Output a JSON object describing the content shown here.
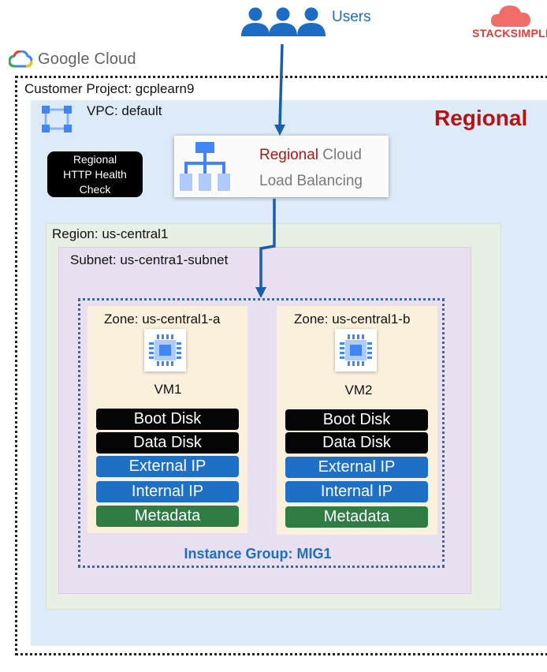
{
  "users": {
    "label": "Users"
  },
  "brand": {
    "stacksimplify": "STACKSIMPLI"
  },
  "google_cloud": {
    "label": "Google Cloud"
  },
  "project": {
    "label": "Customer Project: gcplearn9"
  },
  "vpc": {
    "label": "VPC: default"
  },
  "scope_title": "Regional",
  "health_check": {
    "lines": [
      "Regional",
      "HTTP Health",
      "Check"
    ]
  },
  "load_balancer": {
    "line1_red": "Regional",
    "line1_rest": " Cloud",
    "line2": "Load Balancing"
  },
  "region": {
    "label": "Region: us-central1"
  },
  "subnet": {
    "label": "Subnet: us-centra1-subnet"
  },
  "instance_group": {
    "label": "Instance Group: MIG1"
  },
  "zones": [
    {
      "label": "Zone:  us-central1-a",
      "vm": "VM1",
      "resources": [
        "Boot Disk",
        "Data Disk",
        "External IP",
        "Internal IP",
        "Metadata"
      ]
    },
    {
      "label": "Zone:  us-central1-b",
      "vm": "VM2",
      "resources": [
        "Boot Disk",
        "Data Disk",
        "External IP",
        "Internal IP",
        "Metadata"
      ]
    }
  ],
  "colors": {
    "regional_red": "#b31515",
    "users_blue": "#1c6cc5",
    "vpc_fill": "#ddeaf8",
    "region_fill": "#e8f0e6",
    "subnet_fill": "#e8e0f1",
    "zone_fill": "#fbf0dc",
    "disk_black": "#050505",
    "ip_blue": "#1e6fc6",
    "metadata_green": "#2f7d45"
  }
}
